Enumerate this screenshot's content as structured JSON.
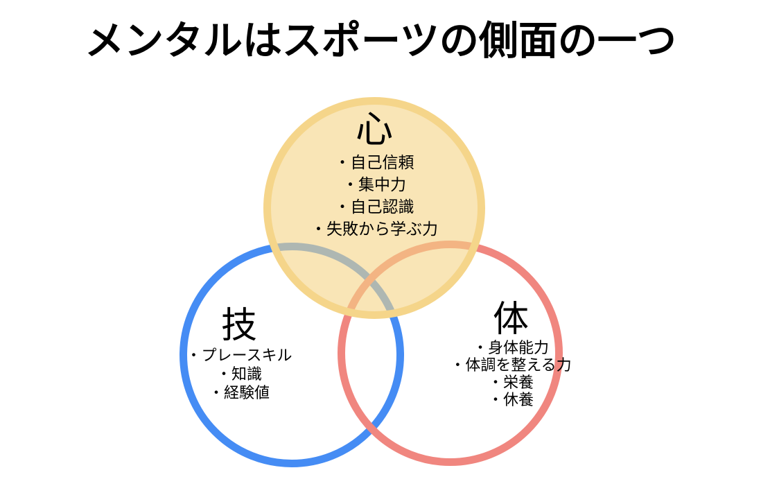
{
  "title": "メンタルはスポーツの側面の一つ",
  "colors": {
    "background": "#ffffff",
    "text": "#000000",
    "mind-stroke": "#f5d58a",
    "mind-fill": "rgba(245, 211, 134, 0.6)",
    "skill-stroke": "#458cf4",
    "body-stroke": "#f0867f"
  },
  "diagram": {
    "type": "venn-3-circles",
    "circles": [
      {
        "id": "mind",
        "label": "心",
        "items": [
          "・自己信頼",
          "・集中力",
          "・自己認識",
          "・失敗から学ぶ力"
        ]
      },
      {
        "id": "skill",
        "label": "技",
        "items": [
          "・プレースキル",
          "・知識",
          "・経験値"
        ]
      },
      {
        "id": "body",
        "label": "体",
        "items": [
          "・身体能力",
          "・体調を整える力",
          "・栄養",
          "・休養"
        ]
      }
    ]
  }
}
